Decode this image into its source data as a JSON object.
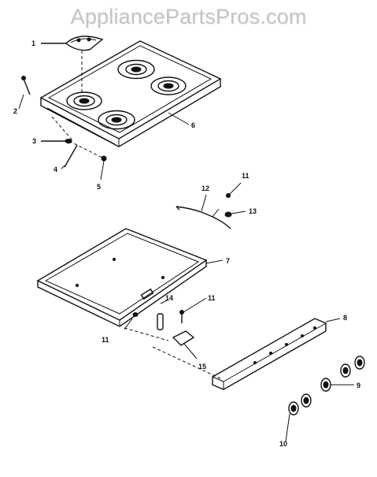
{
  "watermark": "AppliancePartsPros.com",
  "callouts": {
    "c1": "1",
    "c2": "2",
    "c3": "3",
    "c4": "4",
    "c5": "5",
    "c6": "6",
    "c7": "7",
    "c8": "8",
    "c9": "9",
    "c10": "10",
    "c11a": "11",
    "c11b": "11",
    "c11c": "11",
    "c12": "12",
    "c13": "13",
    "c14": "14",
    "c15": "15"
  }
}
